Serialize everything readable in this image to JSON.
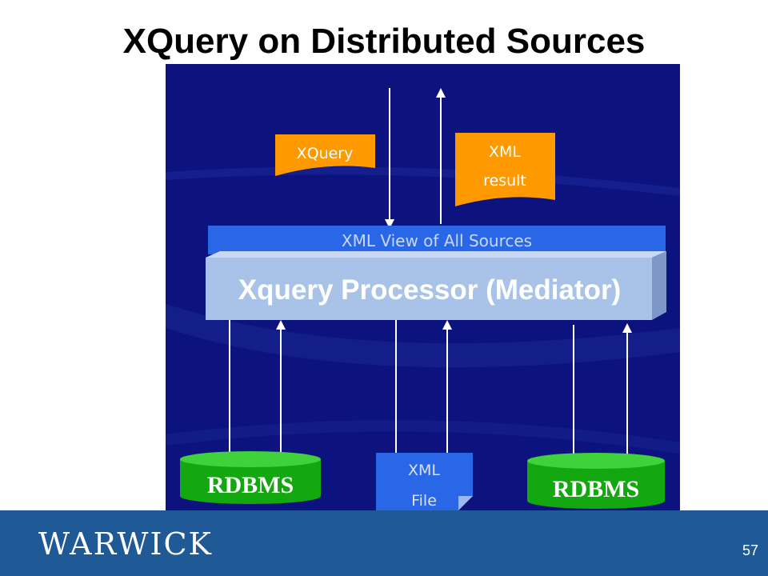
{
  "slide": {
    "title": "XQuery on Distributed Sources",
    "page_number": "57"
  },
  "footer": {
    "logo_text": "WARWICK"
  },
  "diagram": {
    "query_doc": "XQuery",
    "result_doc_line1": "XML",
    "result_doc_line2": "result",
    "view_bar": "XML View of All Sources",
    "mediator": "Xquery Processor (Mediator)",
    "source_left": "RDBMS",
    "source_middle_line1": "XML",
    "source_middle_line2": "File",
    "source_right": "RDBMS"
  },
  "colors": {
    "background": "#0c137e",
    "document": "#ff9900",
    "view_bar": "#2a67e6",
    "mediator": "#a9c3e8",
    "database": "#13a80f",
    "footer": "#1f5a96"
  }
}
